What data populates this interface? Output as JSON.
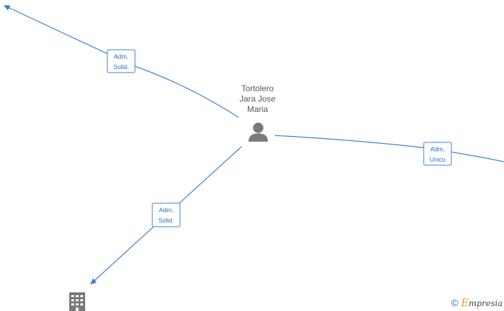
{
  "person": {
    "name_lines": [
      "Tortolero",
      "Jara Jose",
      "Maria"
    ],
    "icon": "person-icon"
  },
  "company": {
    "icon": "building-icon"
  },
  "relations": [
    {
      "label_lines": [
        "Adm.",
        "Solid."
      ]
    },
    {
      "label_lines": [
        "Adm.",
        "Unico"
      ]
    },
    {
      "label_lines": [
        "Adm.",
        "Solid."
      ]
    }
  ],
  "watermark": {
    "symbol": "©",
    "brand_initial": "E",
    "brand_rest": "mpresia"
  },
  "colors": {
    "edge": "#3a7fd0",
    "icon": "#7a7a7a",
    "brand_accent": "#f29a1f"
  }
}
